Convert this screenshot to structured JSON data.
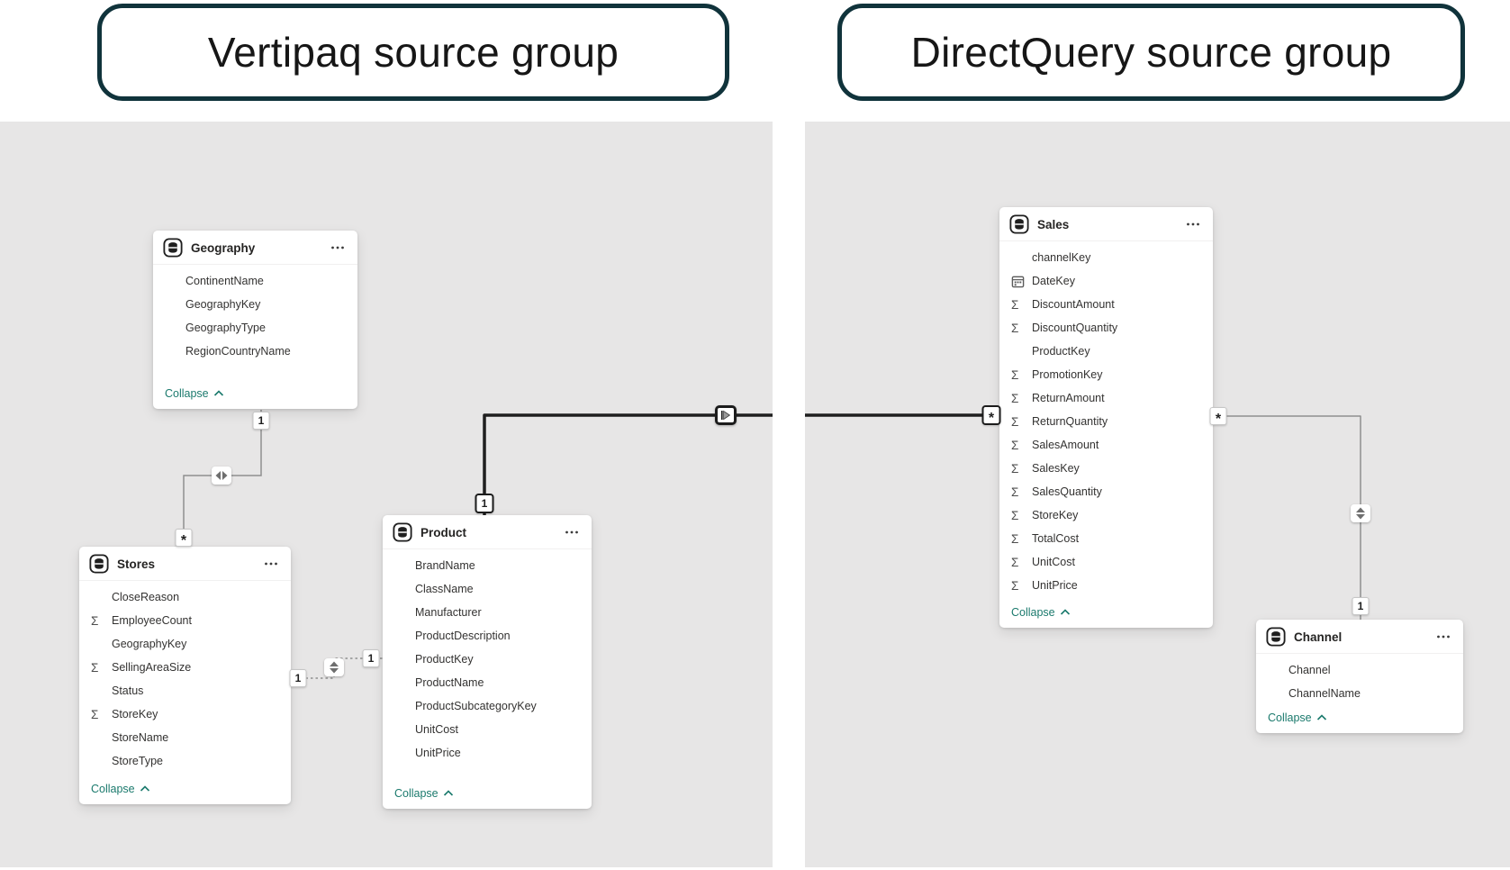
{
  "source_groups": [
    {
      "label": "Vertipaq source group"
    },
    {
      "label": "DirectQuery source group"
    }
  ],
  "ui": {
    "collapse_label": "Collapse",
    "more_options_tooltip": "More options"
  },
  "tables": [
    {
      "name": "Geography",
      "fields": [
        {
          "name": "ContinentName",
          "icon": null
        },
        {
          "name": "GeographyKey",
          "icon": null
        },
        {
          "name": "GeographyType",
          "icon": null
        },
        {
          "name": "RegionCountryName",
          "icon": null
        }
      ]
    },
    {
      "name": "Stores",
      "fields": [
        {
          "name": "CloseReason",
          "icon": null
        },
        {
          "name": "EmployeeCount",
          "icon": "sigma-icon"
        },
        {
          "name": "GeographyKey",
          "icon": null
        },
        {
          "name": "SellingAreaSize",
          "icon": "sigma-icon"
        },
        {
          "name": "Status",
          "icon": null
        },
        {
          "name": "StoreKey",
          "icon": "sigma-icon"
        },
        {
          "name": "StoreName",
          "icon": null
        },
        {
          "name": "StoreType",
          "icon": null
        }
      ]
    },
    {
      "name": "Product",
      "fields": [
        {
          "name": "BrandName",
          "icon": null
        },
        {
          "name": "ClassName",
          "icon": null
        },
        {
          "name": "Manufacturer",
          "icon": null
        },
        {
          "name": "ProductDescription",
          "icon": null
        },
        {
          "name": "ProductKey",
          "icon": null
        },
        {
          "name": "ProductName",
          "icon": null
        },
        {
          "name": "ProductSubcategoryKey",
          "icon": null
        },
        {
          "name": "UnitCost",
          "icon": null
        },
        {
          "name": "UnitPrice",
          "icon": null
        }
      ]
    },
    {
      "name": "Sales",
      "fields": [
        {
          "name": "channelKey",
          "icon": null
        },
        {
          "name": "DateKey",
          "icon": "calendar-icon"
        },
        {
          "name": "DiscountAmount",
          "icon": "sigma-icon"
        },
        {
          "name": "DiscountQuantity",
          "icon": "sigma-icon"
        },
        {
          "name": "ProductKey",
          "icon": null
        },
        {
          "name": "PromotionKey",
          "icon": "sigma-icon"
        },
        {
          "name": "ReturnAmount",
          "icon": "sigma-icon"
        },
        {
          "name": "ReturnQuantity",
          "icon": "sigma-icon"
        },
        {
          "name": "SalesAmount",
          "icon": "sigma-icon"
        },
        {
          "name": "SalesKey",
          "icon": "sigma-icon"
        },
        {
          "name": "SalesQuantity",
          "icon": "sigma-icon"
        },
        {
          "name": "StoreKey",
          "icon": "sigma-icon"
        },
        {
          "name": "TotalCost",
          "icon": "sigma-icon"
        },
        {
          "name": "UnitCost",
          "icon": "sigma-icon"
        },
        {
          "name": "UnitPrice",
          "icon": "sigma-icon"
        }
      ]
    },
    {
      "name": "Channel",
      "fields": [
        {
          "name": "Channel",
          "icon": null
        },
        {
          "name": "ChannelName",
          "icon": null
        }
      ]
    }
  ],
  "relationships": [
    {
      "from_table": "Geography",
      "to_table": "Stores",
      "from_cardinality": "1",
      "to_cardinality": "*",
      "line_style": "solid",
      "filter_icon": "both-directions-icon"
    },
    {
      "from_table": "Stores",
      "to_table": "Product",
      "from_cardinality": "1",
      "to_cardinality": "1",
      "line_style": "dashed",
      "filter_icon": "both-directions-icon"
    },
    {
      "from_table": "Product",
      "to_table": "Sales",
      "from_cardinality": "1",
      "to_cardinality": "*",
      "line_style": "bold",
      "filter_icon": "limited-relationship-icon"
    },
    {
      "from_table": "Sales",
      "to_table": "Channel",
      "from_cardinality": "*",
      "to_cardinality": "1",
      "line_style": "solid",
      "filter_icon": "both-directions-icon"
    }
  ],
  "colors": {
    "panel_background": "#e7e6e6",
    "group_label_border": "#10333b",
    "collapse_link": "#1b7a6d",
    "relationship_line": "#8f8f8f",
    "cross_group_line": "#1f1f1f",
    "card_background": "#ffffff"
  }
}
